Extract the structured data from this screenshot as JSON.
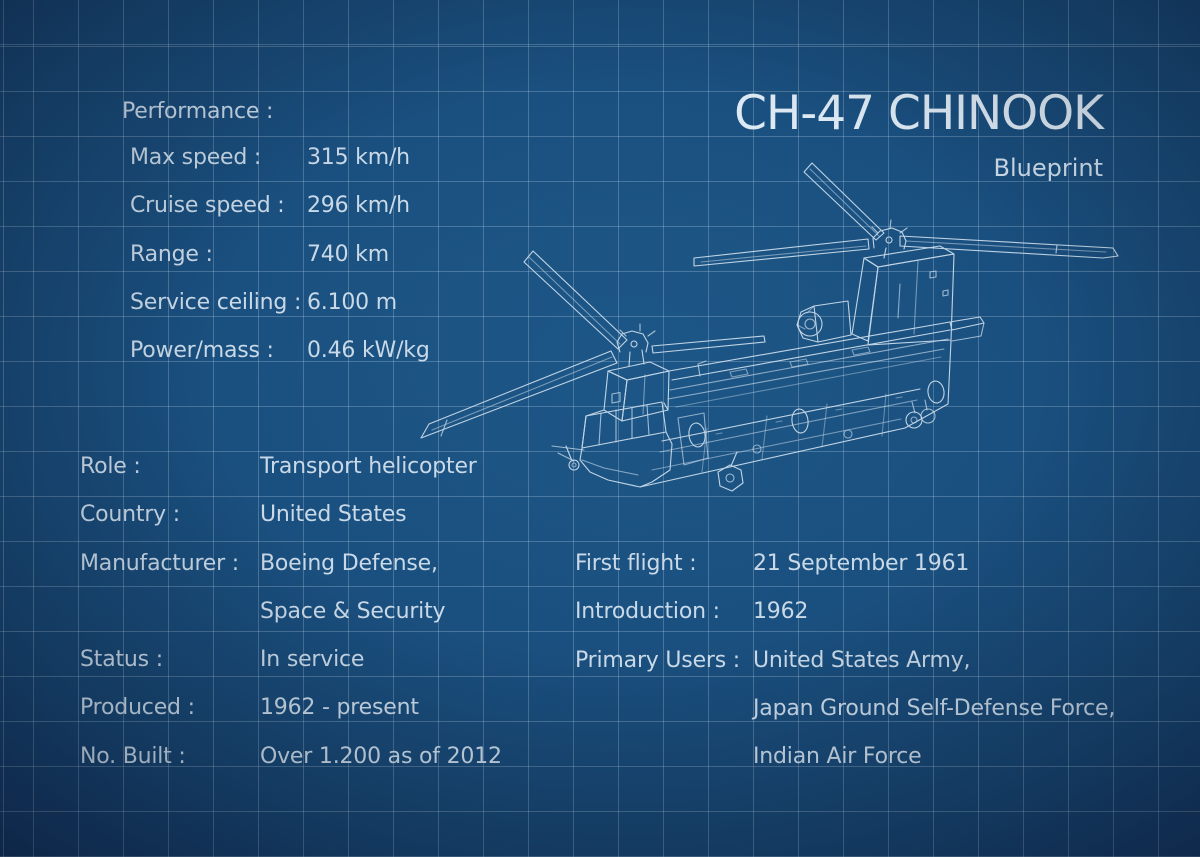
{
  "header": {
    "title": "CH-47 CHINOOK",
    "subtitle": "Blueprint"
  },
  "performance": {
    "heading": "Performance :",
    "rows": [
      {
        "label": "Max speed :",
        "value": "315 km/h"
      },
      {
        "label": "Cruise speed :",
        "value": "296 km/h"
      },
      {
        "label": "Range :",
        "value": "740 km"
      },
      {
        "label": "Service ceiling :",
        "value": "6.100 m"
      },
      {
        "label": "Power/mass :",
        "value": "0.46 kW/kg"
      }
    ]
  },
  "general": {
    "rows": [
      {
        "label": "Role :",
        "value": "Transport helicopter"
      },
      {
        "label": "Country :",
        "value": "United States"
      },
      {
        "label": "Manufacturer :",
        "value": "Boeing Defense,"
      },
      {
        "label": "",
        "value": "Space & Security"
      },
      {
        "label": "Status :",
        "value": "In service"
      },
      {
        "label": "Produced :",
        "value": "1962 - present"
      },
      {
        "label": "No. Built :",
        "value": "Over 1.200 as of 2012"
      }
    ]
  },
  "history": {
    "rows": [
      {
        "label": "First flight :",
        "value": "21 September 1961"
      },
      {
        "label": "Introduction :",
        "value": "1962"
      },
      {
        "label": "Primary Users :",
        "value": "United States Army,"
      },
      {
        "label": "",
        "value": "Japan Ground Self-Defense Force,"
      },
      {
        "label": "",
        "value": "Indian Air Force"
      }
    ]
  },
  "drawing": {
    "label": "CH-47 Chinook technical line drawing"
  },
  "colors": {
    "background_center": "#1d5787",
    "background_edge": "#0d2340",
    "grid_line": "#cde0ee",
    "text": "#c9d9e7",
    "line_art": "#d8e6f2"
  }
}
